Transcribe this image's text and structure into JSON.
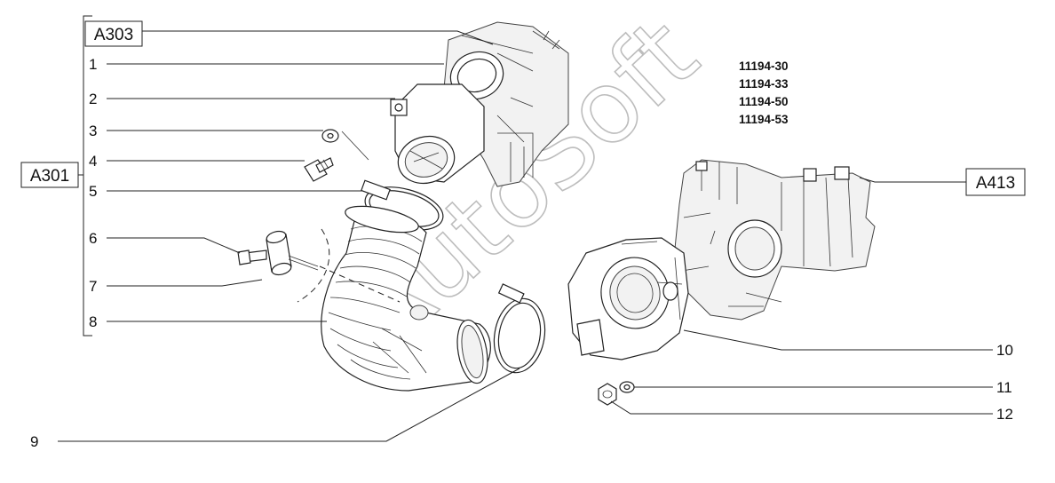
{
  "watermark": "AutoSoft",
  "model_codes": [
    "11194-30",
    "11194-33",
    "11194-50",
    "11194-53"
  ],
  "group_labels": {
    "a303": "A303",
    "a301": "A301",
    "a413": "A413"
  },
  "callouts": {
    "c1": "1",
    "c2": "2",
    "c3": "3",
    "c4": "4",
    "c5": "5",
    "c6": "6",
    "c7": "7",
    "c8": "8",
    "c9": "9",
    "c10": "10",
    "c11": "11",
    "c12": "12"
  }
}
